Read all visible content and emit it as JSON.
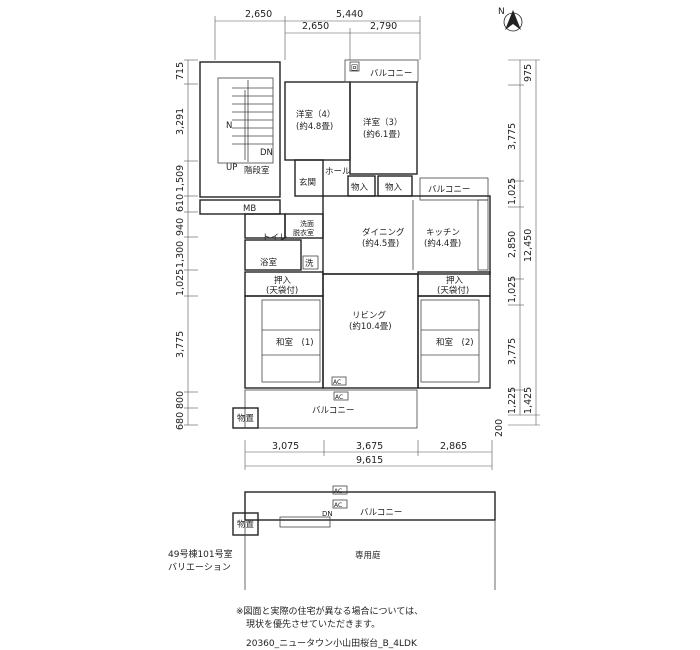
{
  "top_dims": {
    "overall": "5,440",
    "left": "2,650",
    "mid": "2,650",
    "right": "2,790"
  },
  "left_dims": [
    "715",
    "3,291",
    "1,509",
    "610",
    "940",
    "1,300",
    "1,025",
    "3,775",
    "800",
    "680"
  ],
  "right_dims": {
    "top": "975",
    "a": "3,775",
    "b": "1,025",
    "c": "2,850",
    "total": "12,450",
    "d": "1,025",
    "e": "3,775",
    "f": "1,225",
    "g": "1,425",
    "h": "200"
  },
  "bottom_dims": {
    "a": "3,075",
    "b": "3,675",
    "c": "2,865",
    "total": "9,615"
  },
  "rooms": {
    "yoshitsu4": {
      "name": "洋室（4）",
      "size": "(約4.8畳)"
    },
    "yoshitsu3": {
      "name": "洋室（3）",
      "size": "(約6.1畳)"
    },
    "kaidanshitsu": "階段室",
    "up": "UP",
    "dn": "DN",
    "n_mark": "N",
    "mb": "MB",
    "genkan": "玄関",
    "hall": "ホール",
    "monoire1": "物入",
    "monoire2": "物入",
    "balcony_top": "バルコニー",
    "balcony_right": "バルコニー",
    "senmen": "洗面\n脱衣室",
    "toilet": "トイレ",
    "yokushitsu": "浴室",
    "sen": "洗",
    "dining": {
      "name": "ダイニング",
      "size": "(約4.5畳)"
    },
    "kitchen": {
      "name": "キッチン",
      "size": "(約4.4畳)"
    },
    "oshiire1": {
      "name": "押入",
      "size": "(天袋付)"
    },
    "oshiire2": {
      "name": "押入",
      "size": "(天袋付)"
    },
    "living": {
      "name": "リビング",
      "size": "(約10.4畳)"
    },
    "washitsu1": "和室　(1)",
    "washitsu2": "和室　(2)",
    "ac1": "AC",
    "ac2": "AC",
    "monooki": "物置",
    "balcony_bottom": "バルコニー",
    "ps": "回"
  },
  "lower_plan": {
    "ac1": "AC",
    "ac2": "AC",
    "dn": "DN",
    "monooki": "物置",
    "balcony": "バルコニー",
    "garden": "専用庭"
  },
  "caption": {
    "line1": "49号棟101号室",
    "line2": "バリエーション"
  },
  "note": {
    "line1": "※図面と実際の住宅が異なる場合については、",
    "line2": "現状を優先させていただきます。"
  },
  "footer": "20360_ニュータウン小山田桜台_B_4LDK",
  "compass": "N"
}
